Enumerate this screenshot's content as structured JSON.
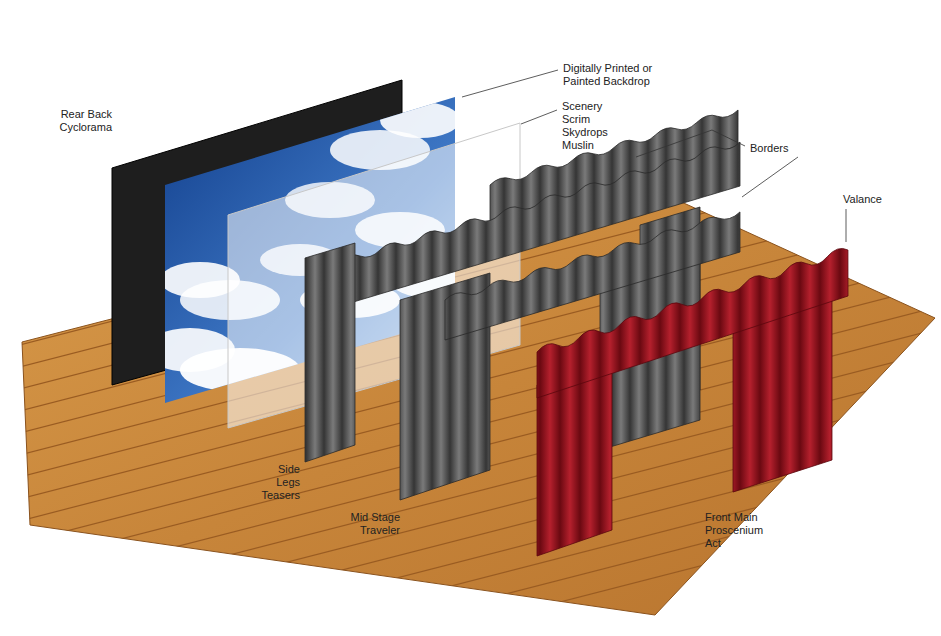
{
  "diagram": {
    "labels": [
      "Rear Back Cyclorama",
      "Digitally Printed or Painted Backdrop",
      "Scenery Scrim Skydrops Muslin",
      "Borders",
      "Valance",
      "Side Legs Teasers",
      "Mid Stage Traveler",
      "Front Main Proscenium Act"
    ]
  }
}
